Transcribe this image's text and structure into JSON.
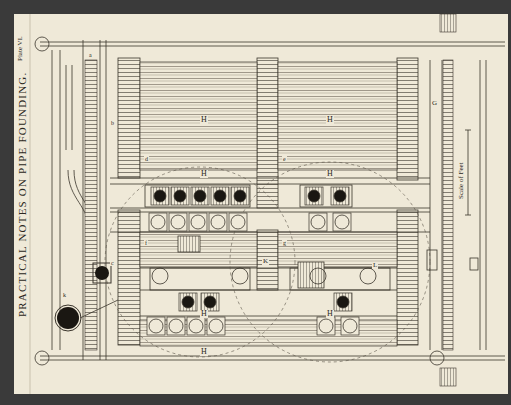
{
  "diagram": {
    "title": "PRACTICAL NOTES ON PIPE FOUNDING.",
    "labels": [
      "Plate VI.",
      "Scale of Feet",
      "H",
      "H",
      "H",
      "H",
      "H",
      "H",
      "H",
      "G",
      "K",
      "L",
      "a",
      "b",
      "c",
      "d",
      "e",
      "f",
      "g",
      "k"
    ]
  }
}
